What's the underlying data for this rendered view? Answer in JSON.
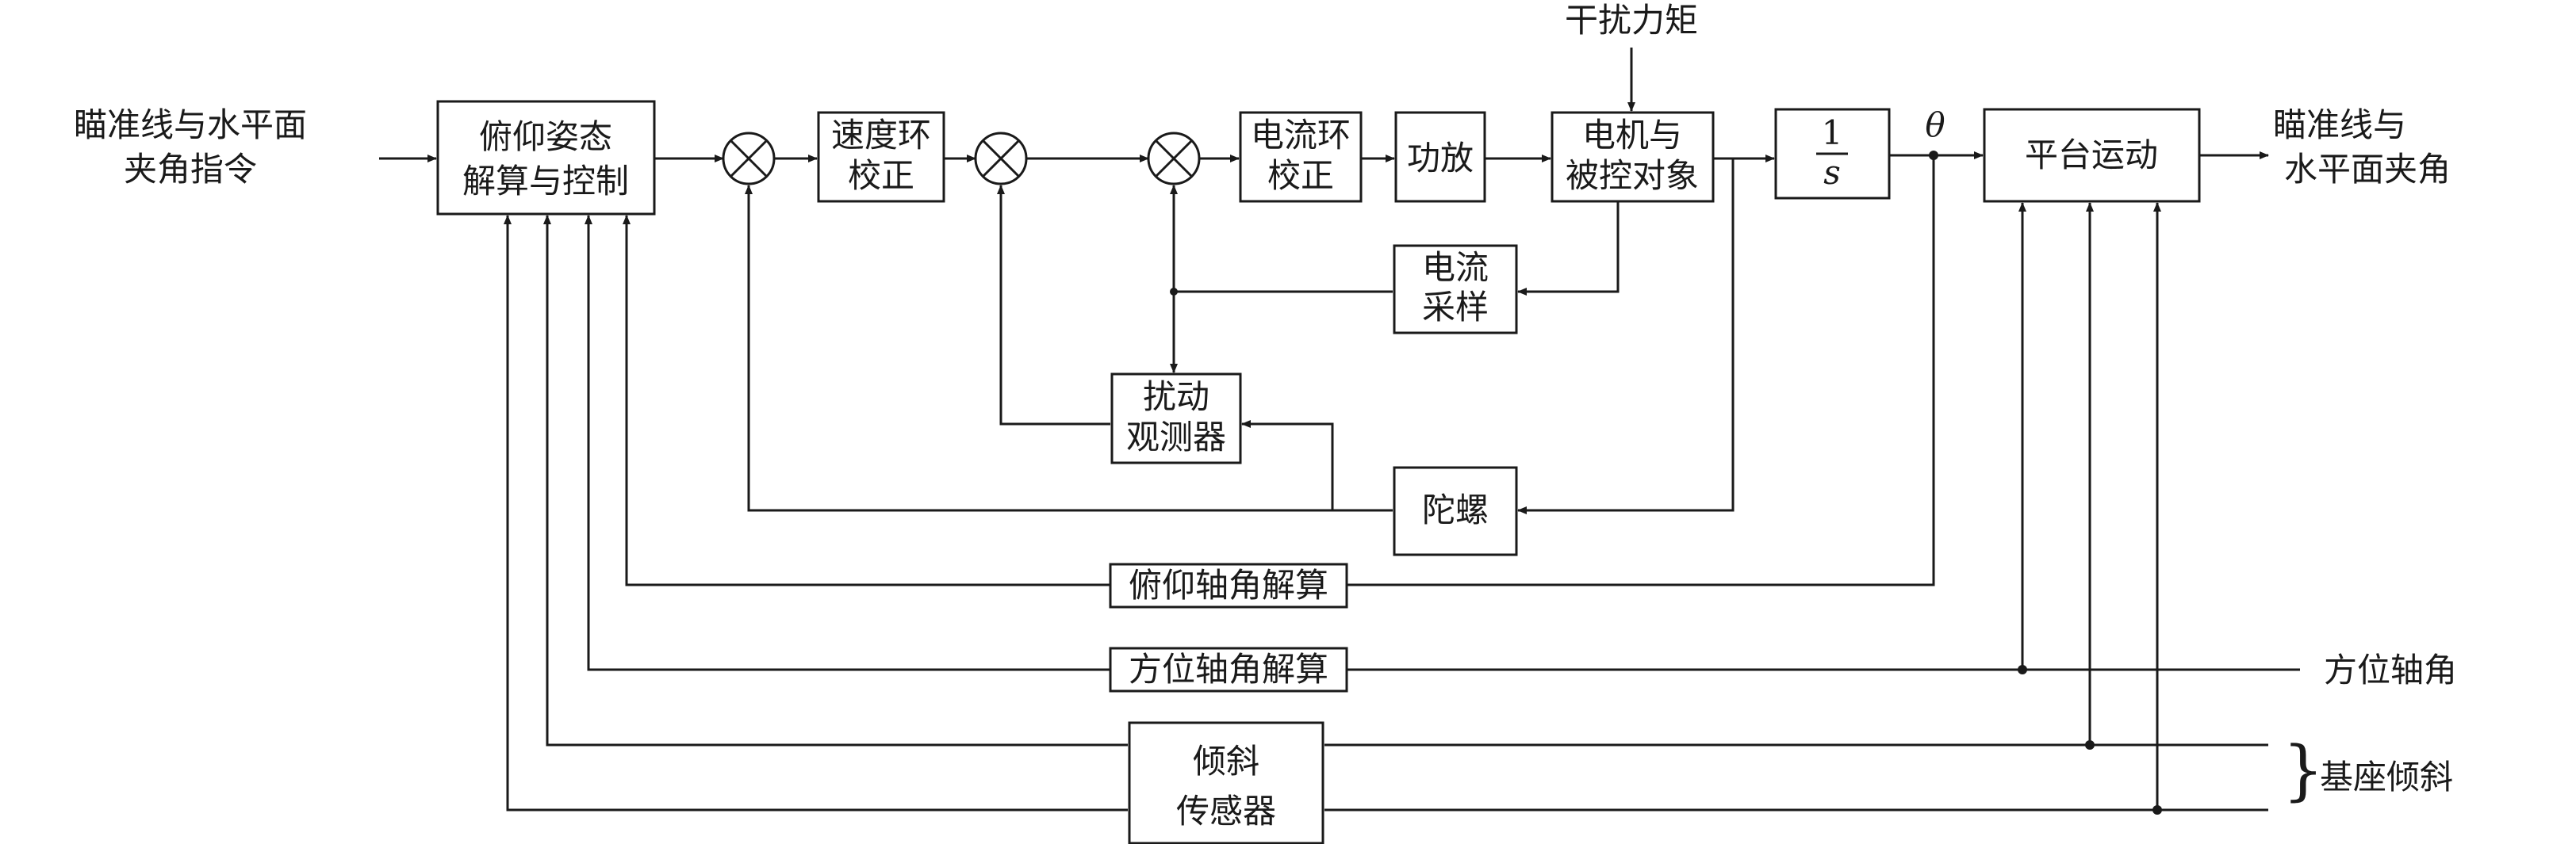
{
  "disturbance_label": "干扰力矩",
  "input_label": [
    "瞄准线与水平面",
    "夹角指令"
  ],
  "output_label": [
    "瞄准线与",
    "水平面夹角"
  ],
  "theta_label": "θ",
  "integrator": {
    "numerator": "1",
    "denominator": "s"
  },
  "blocks": {
    "attitude_ctrl": [
      "俯仰姿态",
      "解算与控制"
    ],
    "speed_corr": [
      "速度环",
      "校正"
    ],
    "current_corr": [
      "电流环",
      "校正"
    ],
    "amp": [
      "功放"
    ],
    "motor": [
      "电机与",
      "被控对象"
    ],
    "platform": [
      "平台运动"
    ],
    "current_sample": [
      "电流",
      "采样"
    ],
    "dist_observer": [
      "扰动",
      "观测器"
    ],
    "gyro": [
      "陀螺"
    ],
    "pitch_solve": [
      "俯仰轴角解算"
    ],
    "azimuth_solve": [
      "方位轴角解算"
    ],
    "tilt_sensor": [
      "倾斜",
      "传感器"
    ]
  },
  "azimuth_angle_label": "方位轴角",
  "base_tilt_label": "基座倾斜",
  "brace": "}"
}
